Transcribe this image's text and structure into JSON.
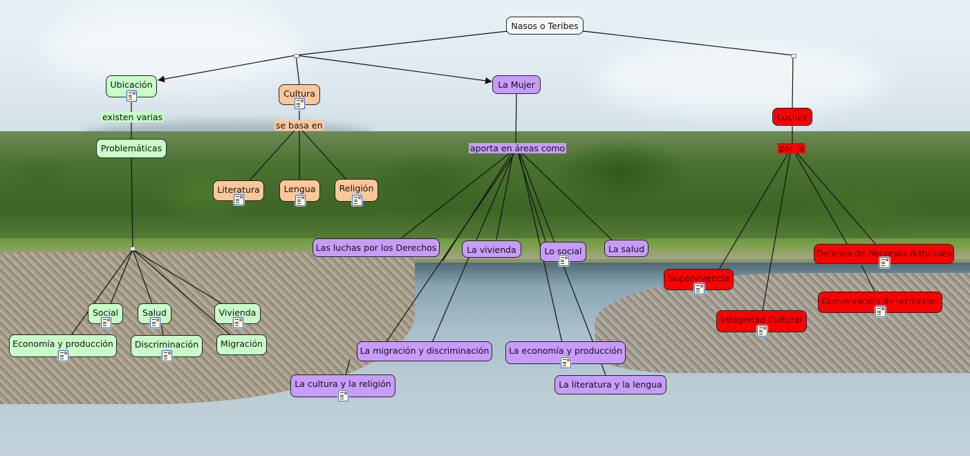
{
  "map": {
    "root": {
      "label": "Nasos o Teribes"
    },
    "colors": {
      "root": "#f4f7f8",
      "ubicacion_branch": "#c8fcc8",
      "cultura_branch": "#fdc79a",
      "mujer_branch": "#c89cfb",
      "luchas_branch": "#fe0000"
    },
    "concepts": {
      "ubicacion": {
        "label": "Ubicación",
        "has_resource": true
      },
      "problematicas": {
        "label": "Problemáticas",
        "has_resource": false
      },
      "social": {
        "label": "Social",
        "has_resource": true
      },
      "salud": {
        "label": "Salud",
        "has_resource": true
      },
      "vivienda": {
        "label": "Vivienda",
        "has_resource": true
      },
      "economia": {
        "label": "Economía y producción",
        "has_resource": true
      },
      "discriminacion": {
        "label": "Discriminación",
        "has_resource": true
      },
      "migracion": {
        "label": "Migración",
        "has_resource": false
      },
      "cultura": {
        "label": "Cultura",
        "has_resource": true
      },
      "literatura": {
        "label": "Literatura",
        "has_resource": true
      },
      "lengua": {
        "label": "Lengua",
        "has_resource": true
      },
      "religion": {
        "label": "Religión",
        "has_resource": true
      },
      "mujer": {
        "label": "La Mujer",
        "has_resource": false
      },
      "luchas_derechos": {
        "label": "Las luchas por los Derechos",
        "has_resource": false
      },
      "la_vivienda": {
        "label": "La vivienda",
        "has_resource": false
      },
      "lo_social": {
        "label": "Lo social",
        "has_resource": true
      },
      "la_salud": {
        "label": "La salud",
        "has_resource": false
      },
      "migracion_discriminacion": {
        "label": "La migración y discriminación",
        "has_resource": false
      },
      "cultura_religion": {
        "label": "La cultura y la religión",
        "has_resource": true
      },
      "economia_produccion": {
        "label": "La economía y producción",
        "has_resource": true
      },
      "literatura_lengua": {
        "label": "La literatura y la lengua",
        "has_resource": false
      },
      "luchas": {
        "label": "Luchas",
        "has_resource": false
      },
      "defensa": {
        "label": "Defensa de Recursos Naturales",
        "has_resource": true
      },
      "supervivencia": {
        "label": "Supervivencia",
        "has_resource": true
      },
      "conservacion": {
        "label": "Conservación de territorios",
        "has_resource": true
      },
      "integridad": {
        "label": "Integridad Cultural",
        "has_resource": true
      }
    },
    "linking_phrases": {
      "existen_varias": "existen varias",
      "se_basa_en": "se basa en",
      "aporta_en_areas_como": "aporta en áreas como",
      "por_la": "por la"
    },
    "icons": {
      "resource": "document-resource-icon"
    }
  }
}
